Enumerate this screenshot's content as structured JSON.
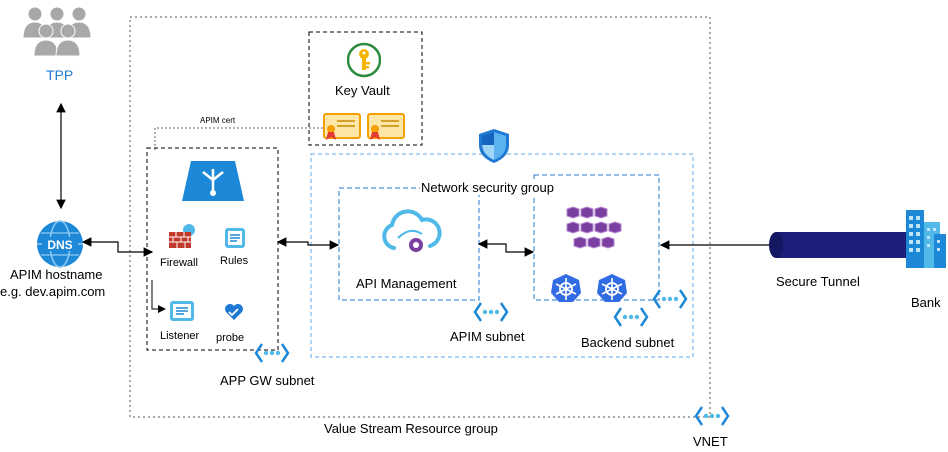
{
  "tpp": {
    "label": "TPP"
  },
  "apim_host": {
    "line1": "APIM hostname",
    "line2": "e.g. dev.apim.com"
  },
  "dns": {
    "icon": "dns-icon",
    "text": "DNS"
  },
  "key_vault": {
    "label": "Key Vault"
  },
  "apim_cert": {
    "label": "APIM cert"
  },
  "app_gw": {
    "subnet_label": "APP GW subnet",
    "firewall": "Firewall",
    "rules": "Rules",
    "listener": "Listener",
    "probe": "probe"
  },
  "nsg": {
    "label": "Network security group"
  },
  "apim": {
    "label": "API Management",
    "subnet_label": "APIM subnet"
  },
  "backend": {
    "subnet_label": "Backend subnet"
  },
  "tunnel": {
    "label": "Secure Tunnel"
  },
  "bank": {
    "label": "Bank"
  },
  "resource_group": {
    "label": "Value Stream Resource group"
  },
  "vnet": {
    "label": "VNET"
  },
  "colors": {
    "azure_blue": "#0078d4",
    "light_blue": "#50b9e8",
    "subnet_border": "#5fa8e8",
    "tunnel": "#1b1f7a",
    "kv_yellow": "#f4b400",
    "purple": "#7a3fa0",
    "firewall_red": "#c0392b",
    "gray_users": "#a8a8a8"
  }
}
